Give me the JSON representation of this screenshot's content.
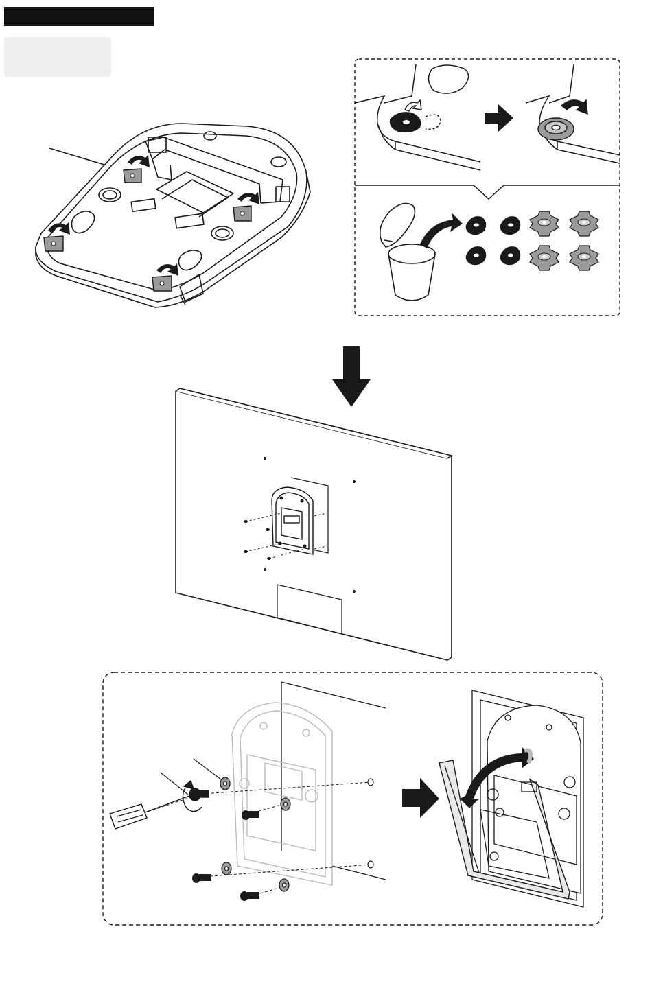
{
  "colors": {
    "line": "#1a1a1a",
    "fill_gray": "#9a9a9a",
    "fill_light": "#e9e9e9",
    "label_box": "#eeeeee",
    "header_bar": "#111111"
  },
  "icons": {
    "step_arrow": "right-arrow-icon",
    "main_arrow": "down-arrow-icon",
    "rotate": "rotate-arrow-icon",
    "trash": "trash-bin-icon"
  },
  "panels": {
    "top_left": "mount-plate-underside",
    "top_right_detail": "remove-rubber-pads-detail",
    "middle": "mount-on-panel-back",
    "bottom_detail": "screw-and-fold-detail"
  }
}
